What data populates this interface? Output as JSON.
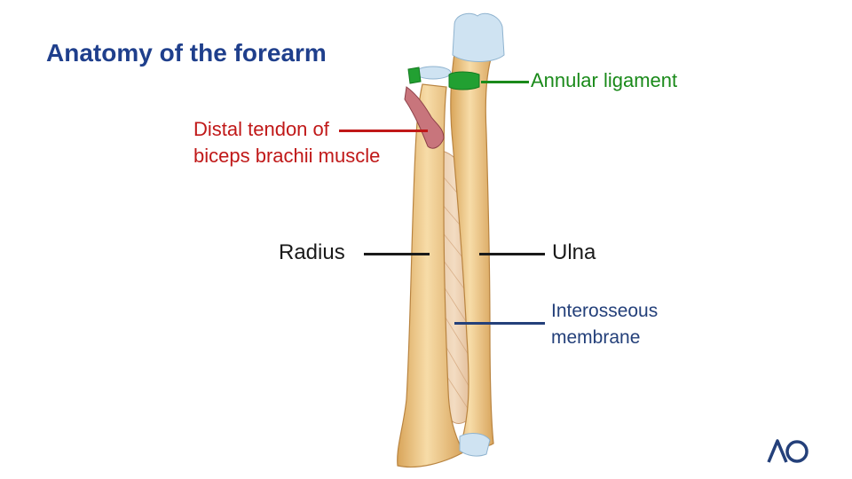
{
  "title": "Anatomy of the forearm",
  "labels": {
    "annular_ligament": "Annular ligament",
    "biceps_line1": "Distal tendon of",
    "biceps_line2": "biceps brachii muscle",
    "radius": "Radius",
    "ulna": "Ulna",
    "membrane_line1": "Interosseous",
    "membrane_line2": "membrane"
  },
  "colors": {
    "title": "#1f3f8c",
    "annular": "#1a8a1a",
    "biceps": "#c01818",
    "membrane": "#24407a",
    "bone": "#f0c988",
    "cartilage": "#cfe3f2",
    "logo": "#24407a"
  },
  "logo": {
    "icon": "ao-logo-icon"
  }
}
